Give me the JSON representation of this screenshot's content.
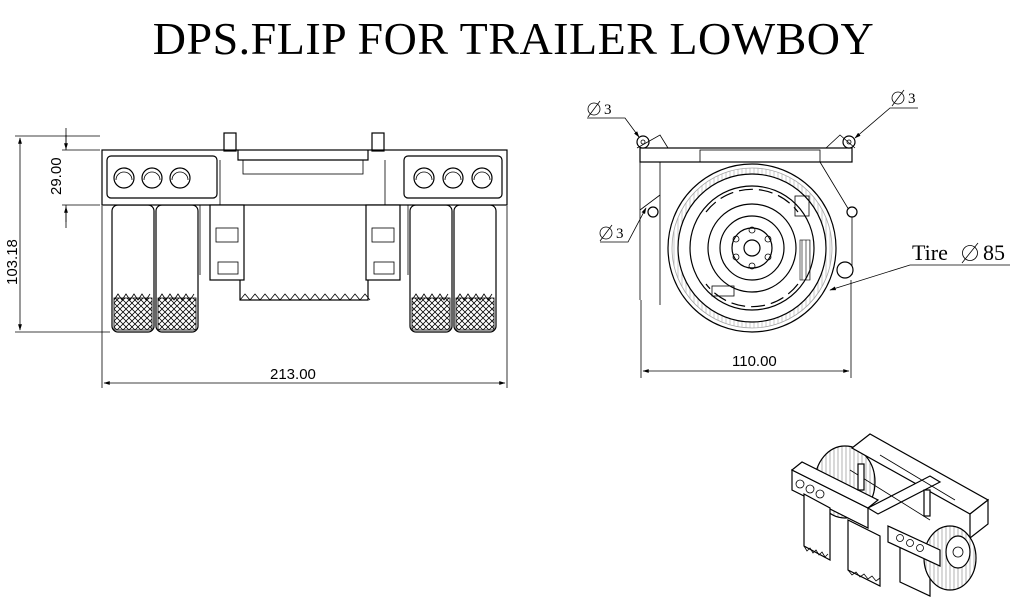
{
  "title": "DPS.FLIP FOR TRAILER LOWBOY",
  "front_view": {
    "height_dim": "103.18",
    "box_height_dim": "29.00",
    "width_dim": "213.00"
  },
  "side_view": {
    "hole_dim_1": "3",
    "hole_dim_2": "3",
    "hole_dim_3": "3",
    "tire_label": "Tire",
    "tire_dim": "85",
    "width_dim": "110.00"
  },
  "iso_view": {}
}
